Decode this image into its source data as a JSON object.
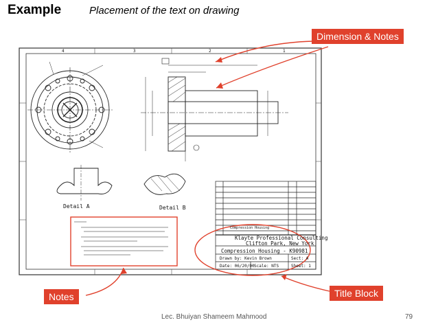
{
  "slide": {
    "heading": "Example",
    "subheading": "Placement of the text on drawing"
  },
  "callouts": {
    "dimension_notes": "Dimension & Notes",
    "notes": "Notes",
    "title_block": "Title Block"
  },
  "footer": {
    "author": "Lec. Bhuiyan Shameem Mahmood",
    "page": "79"
  },
  "drawing": {
    "company": "Klayte Professional Consulting",
    "location": "Clifton Park, New York",
    "part_title": "Compression Housing - K90981",
    "drawn_by": "Drawn by: Kevin Brown",
    "date": "Date: 06/20/00",
    "scale": "Scale: NTS",
    "sect": "Sect: A",
    "sheet": "Sheet: 1",
    "parts_row": "Compression Housing",
    "detail_a": "Detail A",
    "detail_b": "Detail B",
    "zones_top": [
      "4",
      "3",
      "2",
      "1"
    ]
  },
  "colors": {
    "accent": "#e0412c",
    "ink": "#222222"
  }
}
